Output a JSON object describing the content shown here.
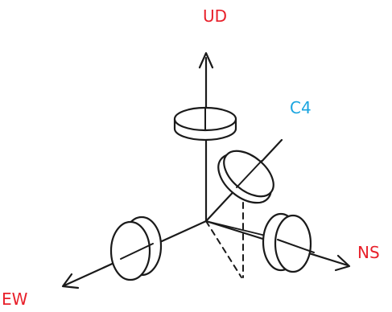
{
  "labels": {
    "ud": "UD",
    "c4": "C4",
    "ns": "NS",
    "ew": "EW"
  },
  "colors": {
    "primary_axis_label": "#e8202a",
    "secondary_axis_label": "#1aa5e0",
    "line": "#1a1a1a"
  }
}
